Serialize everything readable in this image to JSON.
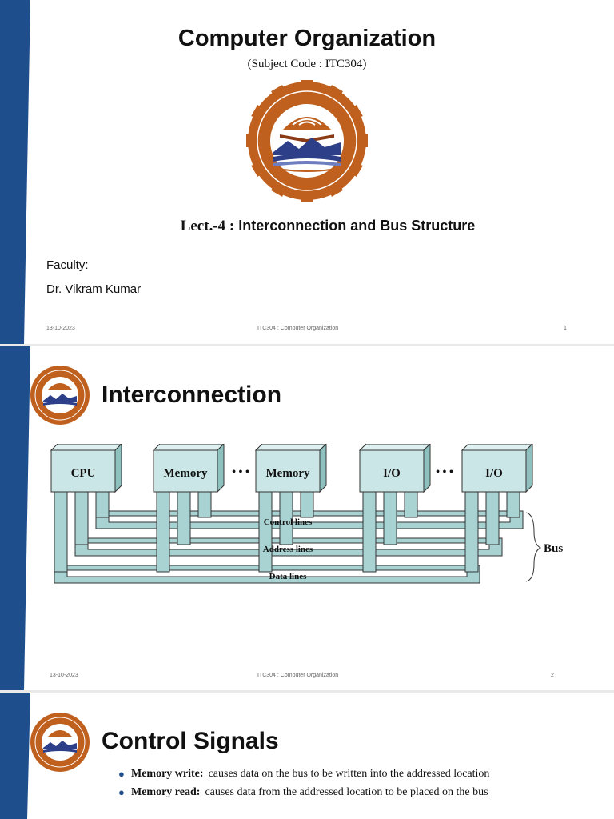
{
  "slide1": {
    "title": "Computer Organization",
    "subject_code": "(Subject Code : ITC304)",
    "lect_num": "Lect.-4 :",
    "lect_title": "Interconnection and Bus Structure",
    "faculty_label": "Faculty:",
    "faculty_name": "Dr. Vikram Kumar",
    "footer": {
      "date": "13-10-2023",
      "course": "ITC304 : Computer Organization",
      "page": "1"
    }
  },
  "slide2": {
    "title": "Interconnection",
    "diagram": {
      "cpu": "CPU",
      "memory1": "Memory",
      "dots1": "• • •",
      "memory2": "Memory",
      "io1": "I/O",
      "dots2": "• • •",
      "io2": "I/O",
      "control_lines": "Control lines",
      "address_lines": "Address lines",
      "data_lines": "Data lines",
      "bus": "Bus"
    },
    "footer": {
      "date": "13-10-2023",
      "course": "ITC304 : Computer Organization",
      "page": "2"
    }
  },
  "slide3": {
    "title": "Control Signals",
    "bullets": [
      {
        "term": "Memory write:",
        "text": "causes data on the bus to be written into the addressed location"
      },
      {
        "term": "Memory read:",
        "text": "causes data from the addressed location to be placed on the bus"
      }
    ]
  },
  "colors": {
    "band": "#1f4e8c",
    "box": "#cbe6e6",
    "line": "#a9d3d3",
    "emblem": "#c0601e"
  }
}
